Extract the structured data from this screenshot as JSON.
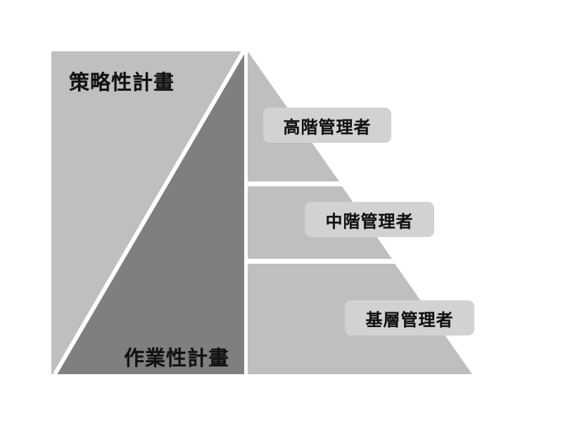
{
  "colors": {
    "background": "#ffffff",
    "light_gray": "#bfbfbf",
    "dark_gray": "#7f7f7f",
    "pill_bg": "#d2d2d2",
    "text": "#111111"
  },
  "planning": {
    "strategic_label": "策略性計畫",
    "operational_label": "作業性計畫"
  },
  "pyramid": {
    "levels": [
      {
        "label": "高階管理者"
      },
      {
        "label": "中階管理者"
      },
      {
        "label": "基層管理者"
      }
    ]
  }
}
